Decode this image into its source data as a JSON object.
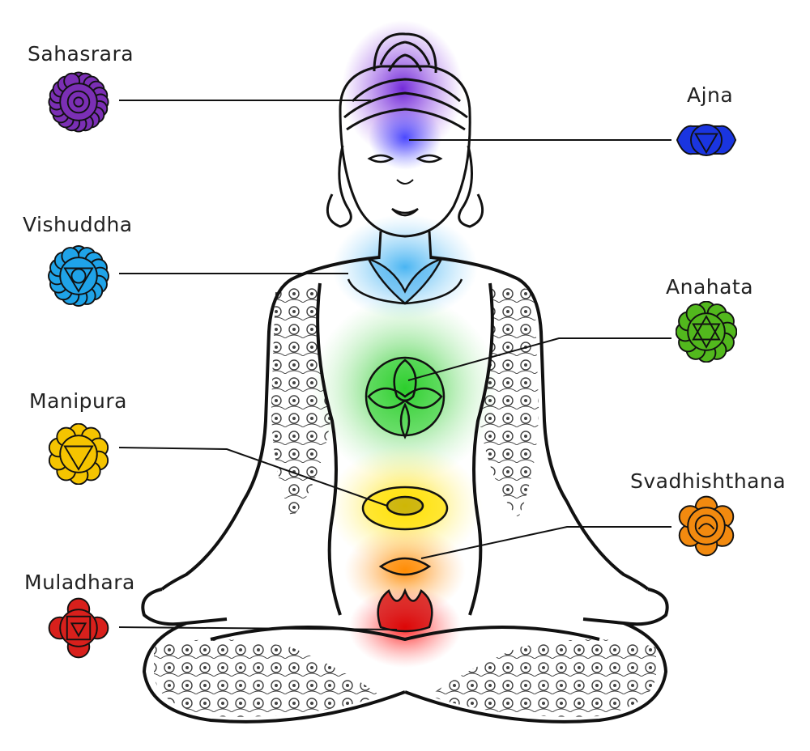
{
  "chakras": [
    {
      "id": "sahasrara",
      "label": "Sahasrara",
      "color": "#7b2fb5",
      "icon": "sahasrara-icon"
    },
    {
      "id": "ajna",
      "label": "Ajna",
      "color": "#1a35e0",
      "icon": "ajna-icon"
    },
    {
      "id": "vishuddha",
      "label": "Vishuddha",
      "color": "#1fa3e8",
      "icon": "vishuddha-icon"
    },
    {
      "id": "anahata",
      "label": "Anahata",
      "color": "#52b81d",
      "icon": "anahata-icon"
    },
    {
      "id": "manipura",
      "label": "Manipura",
      "color": "#f5c400",
      "icon": "manipura-icon"
    },
    {
      "id": "svadhisthana",
      "label": "Svadhishthana",
      "color": "#f28a0f",
      "icon": "svadhisthana-icon"
    },
    {
      "id": "muladhara",
      "label": "Muladhara",
      "color": "#d8201c",
      "icon": "muladhara-icon"
    }
  ],
  "figure": {
    "name": "meditating-woman-figure"
  }
}
